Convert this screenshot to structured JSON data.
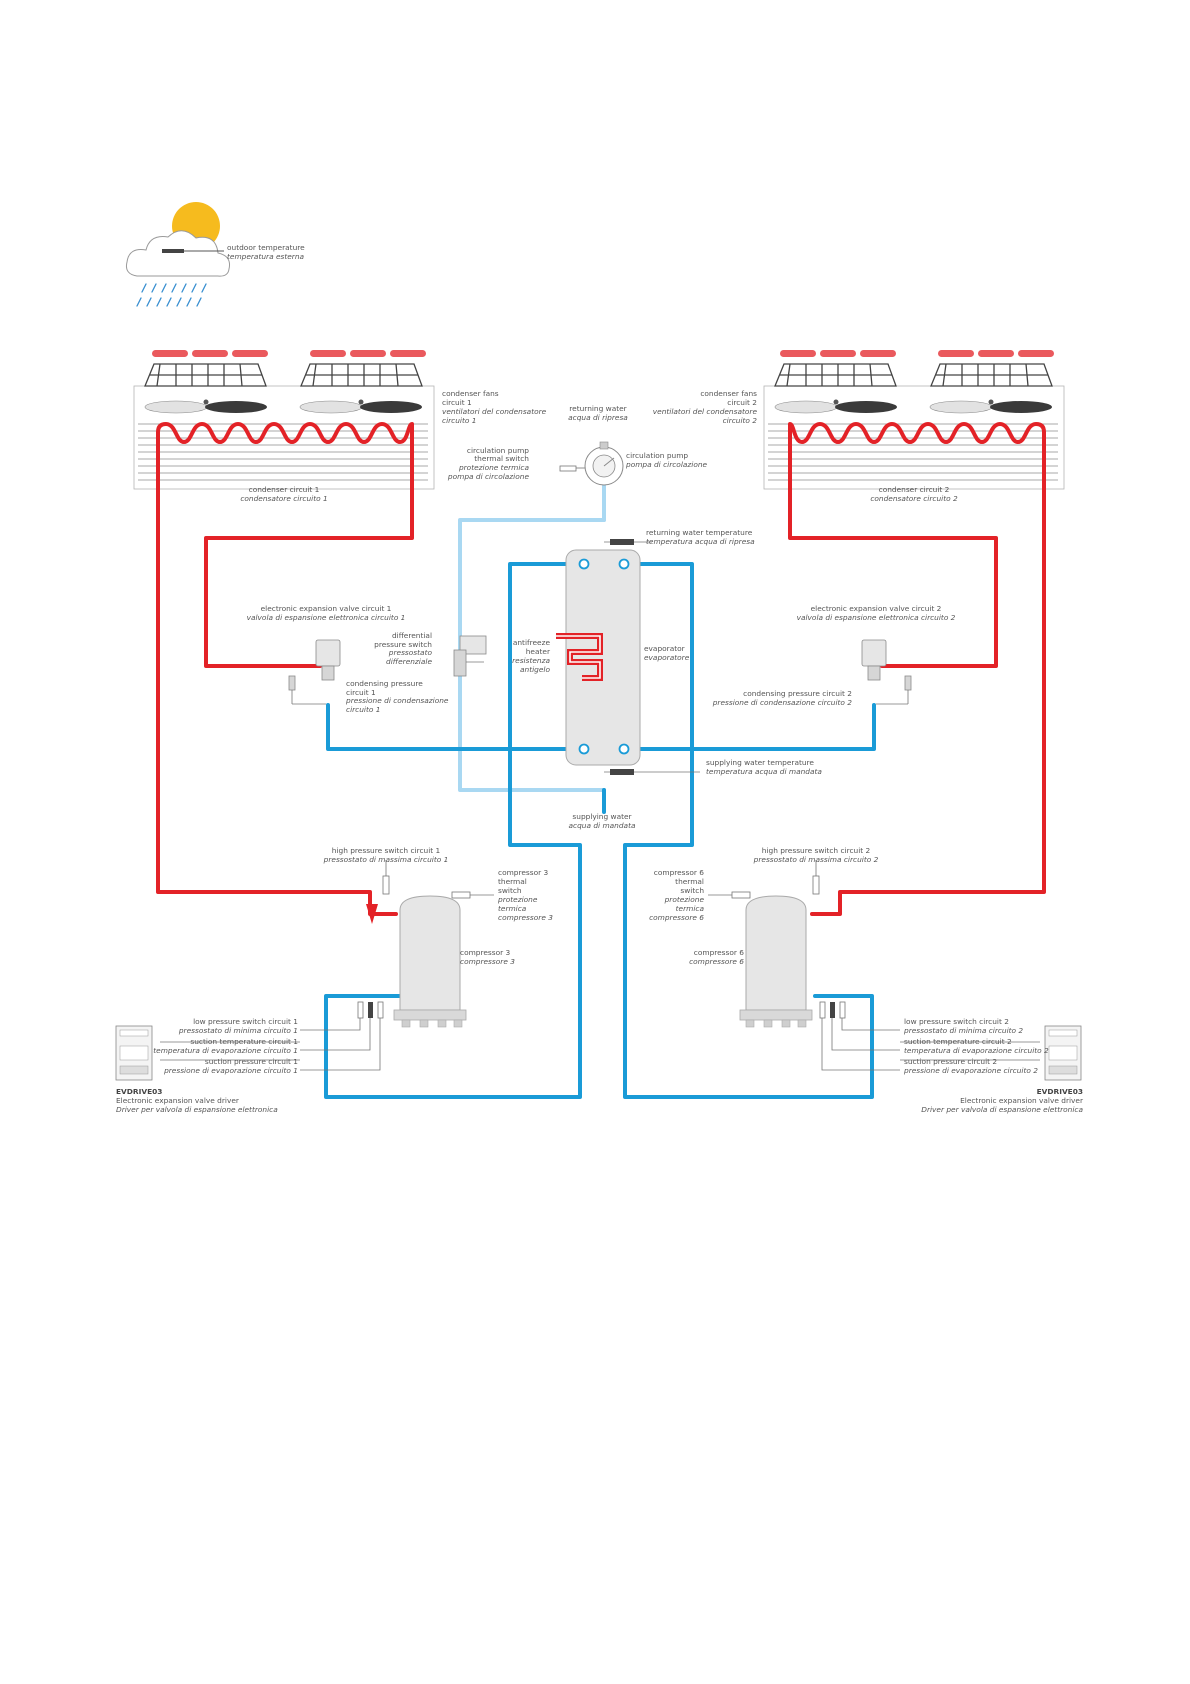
{
  "colors": {
    "refrigerant": "#e32227",
    "chilled_water": "#1a9bd7",
    "return_water": "#a9d8f2",
    "sun": "#f6bb1e",
    "rain": "#3a8fd0",
    "component": "#e6e6e6"
  },
  "weather": {
    "icon": "cloud-sun-rain-icon",
    "label_en": "outdoor temperature",
    "label_it": "temperatura esterna"
  },
  "condenser_fans_1": [
    "condenser fans",
    "circuit 1",
    "ventilatori del condensatore",
    "circuito 1"
  ],
  "condenser_fans_2": [
    "condenser fans",
    "circuit 2",
    "ventilatori del condensatore",
    "circuito 2"
  ],
  "condenser_1": [
    "condenser circuit 1",
    "condensatore circuito 1"
  ],
  "condenser_2": [
    "condenser circuit 2",
    "condensatore circuito 2"
  ],
  "returning_water": [
    "returning water",
    "acqua di ripresa"
  ],
  "pump_switch": [
    "circulation pump",
    "thermal switch",
    "protezione termica",
    "pompa di circolazione"
  ],
  "pump": [
    "circulation pump",
    "pompa di circolazione"
  ],
  "return_temp": [
    "returning water temperature",
    "temperatura acqua di ripresa"
  ],
  "eev_1": [
    "electronic expansion valve circuit 1",
    "valvola di espansione elettronica circuito 1"
  ],
  "eev_2": [
    "electronic expansion valve circuit 2",
    "valvola di espansione elettronica circuito 2"
  ],
  "diff_pressure": [
    "differential",
    "pressure switch",
    "pressostato",
    "differenziale"
  ],
  "antifreeze": [
    "antifreeze",
    "heater",
    "resistenza",
    "antigelo"
  ],
  "evaporator": [
    "evaporator",
    "evaporatore"
  ],
  "cond_pressure_1": [
    "condensing pressure",
    "circuit 1",
    "pressione di condensazione",
    "circuito 1"
  ],
  "cond_pressure_2": [
    "condensing pressure circuit 2",
    "pressione di condensazione circuito 2"
  ],
  "supply_temp": [
    "supplying water temperature",
    "temperatura acqua di mandata"
  ],
  "supplying_water": [
    "supplying water",
    "acqua di mandata"
  ],
  "hp_switch_1": [
    "high pressure switch circuit 1",
    "pressostato di massima circuito 1"
  ],
  "hp_switch_2": [
    "high pressure switch circuit 2",
    "pressostato di massima circuito 2"
  ],
  "comp3_thermal": [
    "compressor 3",
    "thermal",
    "switch",
    "protezione",
    "termica",
    "compressore 3"
  ],
  "comp6_thermal": [
    "compressor 6",
    "thermal",
    "switch",
    "protezione",
    "termica",
    "compressore 6"
  ],
  "comp3": [
    "compressor 3",
    "compressore 3"
  ],
  "comp6": [
    "compressor 6",
    "compressore 6"
  ],
  "suction_1": [
    "low pressure switch circuit 1",
    "pressostato di minima circuito 1",
    "suction temperature circuit 1",
    "temperatura di evaporazione circuito 1",
    "suction pressure circuit 1",
    "pressione di evaporazione circuito 1"
  ],
  "suction_2": [
    "low pressure switch circuit 2",
    "pressostato di minima circuito 2",
    "suction temperature circuit 2",
    "temperatura di evaporazione circuito 2",
    "suction pressure circuit 2",
    "pressione di evaporazione circuito 2"
  ],
  "driver_1": [
    "EVDRIVE03",
    "Electronic expansion valve driver",
    "Driver per valvola di espansione elettronica"
  ],
  "driver_2": [
    "EVDRIVE03",
    "Electronic expansion valve driver",
    "Driver per valvola di espansione elettronica"
  ]
}
